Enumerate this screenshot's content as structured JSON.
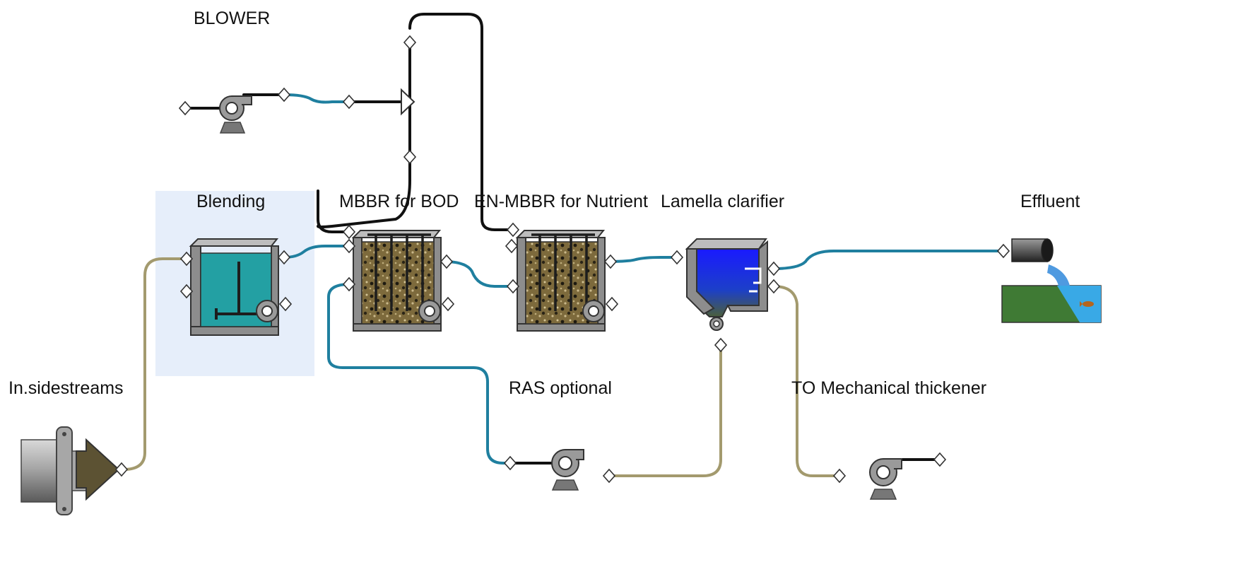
{
  "labels": {
    "blower": "BLOWER",
    "blending": "Blending",
    "mbbr_bod": "MBBR for BOD",
    "en_mbbr": "EN-MBBR  for Nutrient",
    "lamella": "Lamella clarifier",
    "effluent": "Effluent",
    "sidestreams": "In.sidestreams",
    "ras": "RAS optional",
    "thickener": "TO Mechanical thickener"
  },
  "colors": {
    "water_line": "#1f7f9f",
    "sludge_line": "#a39a6e",
    "air_line": "#111111",
    "blending_bg": "#e6eefa",
    "tank_teal": "#23a0a3",
    "media_brown": "#7d6a3c",
    "clarifier_blue": "#1433ee",
    "equipment_gray": "#8d8d8d",
    "ground_green": "#3f7a34",
    "river_blue": "#39a9e6"
  },
  "icons": [
    "blower-icon",
    "pump-icon",
    "mixer-icon",
    "inlet-pipe-icon",
    "outfall-icon",
    "valve-icon"
  ]
}
